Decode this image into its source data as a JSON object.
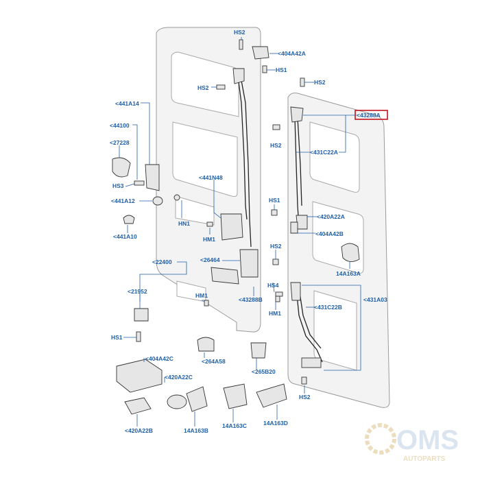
{
  "labels": [
    {
      "id": "hs2-top",
      "text": "HS2"
    },
    {
      "id": "p404a42a",
      "text": "<404A42A"
    },
    {
      "id": "hs1-top",
      "text": "HS1"
    },
    {
      "id": "hs2-hinge",
      "text": "HS2"
    },
    {
      "id": "hs2-right",
      "text": "HS2"
    },
    {
      "id": "p43288a",
      "text": "<43288A"
    },
    {
      "id": "hs2-rd",
      "text": "HS2"
    },
    {
      "id": "p431c22a",
      "text": "<431C22A"
    },
    {
      "id": "p441a14",
      "text": "<441A14"
    },
    {
      "id": "p44100",
      "text": "<44100"
    },
    {
      "id": "p27228",
      "text": "<27228"
    },
    {
      "id": "hs3",
      "text": "HS3"
    },
    {
      "id": "p441a12",
      "text": "<441A12"
    },
    {
      "id": "p441a10",
      "text": "<441A10"
    },
    {
      "id": "hn1",
      "text": "HN1"
    },
    {
      "id": "p441n48",
      "text": "<441N48"
    },
    {
      "id": "hm1-a",
      "text": "HM1"
    },
    {
      "id": "hs1-mid",
      "text": "HS1"
    },
    {
      "id": "p420a22a",
      "text": "<420A22A"
    },
    {
      "id": "p404a42b",
      "text": "<404A42B"
    },
    {
      "id": "p22400",
      "text": "<22400"
    },
    {
      "id": "p26464",
      "text": "<26464"
    },
    {
      "id": "hs2-mid",
      "text": "HS2"
    },
    {
      "id": "p14a163a",
      "text": "14A163A"
    },
    {
      "id": "hs4",
      "text": "HS4"
    },
    {
      "id": "p21952",
      "text": "<21952"
    },
    {
      "id": "hm1-b",
      "text": "HM1"
    },
    {
      "id": "p43288b",
      "text": "<43288B"
    },
    {
      "id": "p431a03",
      "text": "<431A03"
    },
    {
      "id": "hm1-c",
      "text": "HM1"
    },
    {
      "id": "p431c22b",
      "text": "<431C22B"
    },
    {
      "id": "hs1-low",
      "text": "HS1"
    },
    {
      "id": "p264a58",
      "text": "<264A58"
    },
    {
      "id": "p404a42c",
      "text": "<404A42C"
    },
    {
      "id": "p265b20",
      "text": "<265B20"
    },
    {
      "id": "p420a22c",
      "text": "<420A22C"
    },
    {
      "id": "hs2-bot",
      "text": "HS2"
    },
    {
      "id": "p420a22b",
      "text": "<420A22B"
    },
    {
      "id": "p14a163b",
      "text": "14A163B"
    },
    {
      "id": "p14a163c",
      "text": "14A163C"
    },
    {
      "id": "p14a163d",
      "text": "14A163D"
    }
  ],
  "highlight_color": "#c0141c",
  "label_color": "#1f5fa8",
  "watermark": {
    "brand": "OMS",
    "sub": "AUTOPARTS"
  }
}
